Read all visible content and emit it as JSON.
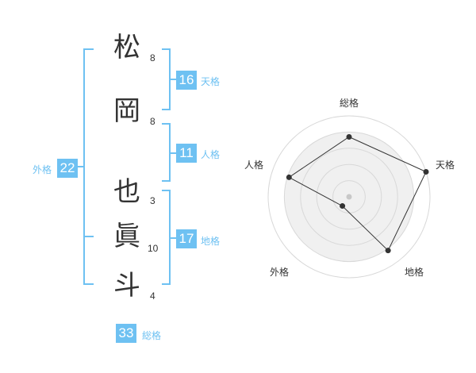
{
  "name_chars": [
    {
      "char": "松",
      "strokes": "8"
    },
    {
      "char": "岡",
      "strokes": "8"
    },
    {
      "char": "也",
      "strokes": "3"
    },
    {
      "char": "眞",
      "strokes": "10"
    },
    {
      "char": "斗",
      "strokes": "4"
    }
  ],
  "kakusu": {
    "tenkaku": {
      "value": "16",
      "label": "天格"
    },
    "jinkaku": {
      "value": "11",
      "label": "人格"
    },
    "chikaku": {
      "value": "17",
      "label": "地格"
    },
    "gaikaku": {
      "value": "22",
      "label": "外格"
    },
    "soukaku": {
      "value": "33",
      "label": "総格"
    }
  },
  "colors": {
    "accent": "#6ec1f2",
    "text": "#333333",
    "radar_fill": "#f0f0f0",
    "radar_grid": "#d8d8d8",
    "radar_line": "#333333"
  },
  "chart_data": {
    "type": "radar",
    "axes": [
      "総格",
      "天格",
      "地格",
      "外格",
      "人格"
    ],
    "values": [
      3.7,
      5.0,
      4.1,
      0.7,
      3.9
    ],
    "range": [
      0,
      5
    ]
  }
}
